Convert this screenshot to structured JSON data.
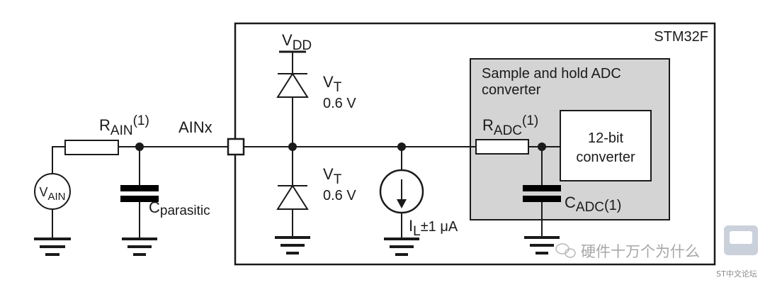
{
  "labels": {
    "chip": "STM32F",
    "adc_block_line1": "Sample and hold ADC",
    "adc_block_line2": "converter",
    "converter_line1": "12-bit",
    "converter_line2": "converter",
    "vdd_main": "V",
    "vdd_sub": "DD",
    "vt_main": "V",
    "vt_sub": "T",
    "vt_value": "0.6 V",
    "rain_main": "R",
    "rain_sub": "AIN",
    "rain_note": "(1)",
    "ainx": "AINx",
    "vain_main": "V",
    "vain_sub": "AIN",
    "cpar_main": "C",
    "cpar_sub": "parasitic",
    "radc_main": "R",
    "radc_sub": "ADC",
    "radc_note": "(1)",
    "cadc_main": "C",
    "cadc_sub": "ADC",
    "cadc_note": "(1)",
    "il_main": "I",
    "il_sub": "L",
    "il_value": "±1 μA",
    "watermark_text": "硬件十万个为什么",
    "watermark_corner": "ST中文论坛"
  },
  "colors": {
    "adc_block_fill": "#d4d4d4",
    "line": "#1a1a1a",
    "watermark": "#8a8a8a"
  }
}
